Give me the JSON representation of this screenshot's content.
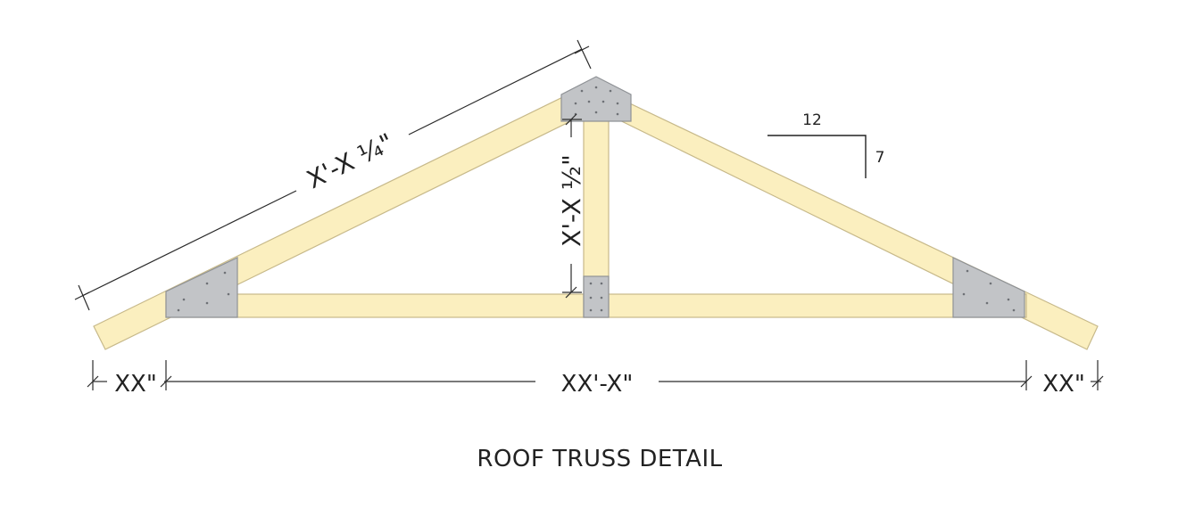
{
  "title": "ROOF TRUSS DETAIL",
  "dimensions": {
    "top_chord_length": "X'-X ¼\"",
    "king_post_height": "X'-X ½\"",
    "left_overhang": "XX\"",
    "span": "XX'-X\"",
    "right_overhang": "XX\""
  },
  "slope": {
    "run": "12",
    "rise": "7"
  },
  "colors": {
    "lumber": "#fbefbf",
    "gusset_plate": "#c2c4c7",
    "line": "#2b2b2b"
  }
}
